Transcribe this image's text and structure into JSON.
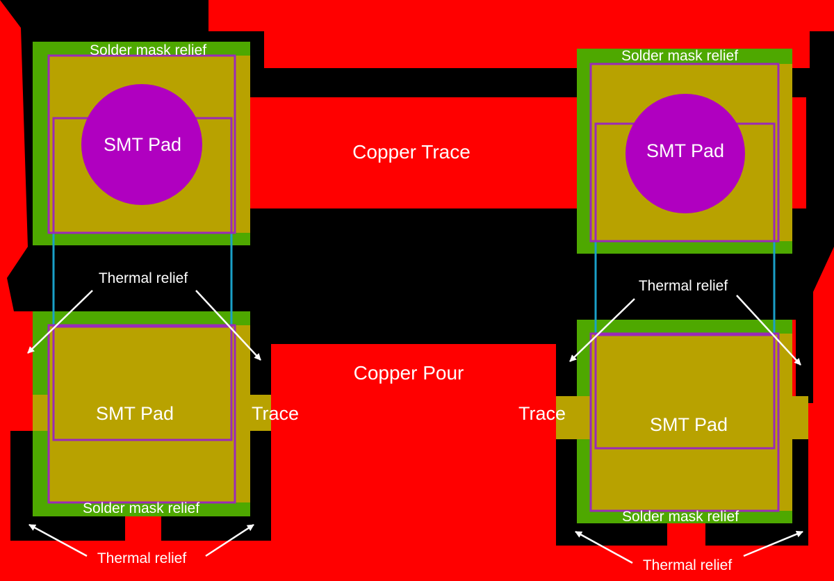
{
  "colors": {
    "copper": "#ff0000",
    "clearance": "#000000",
    "solder_mask": "#4ea800",
    "pad": "#b8a200",
    "via": "#b000c0",
    "outline": "#9a2ab8",
    "thermal_line": "#1aa0c8",
    "text": "#ffffff"
  },
  "labels": {
    "copper_trace": "Copper Trace",
    "copper_pour": "Copper Pour",
    "left_top_mask": "Solder mask relief",
    "left_top_pad": "SMT Pad",
    "left_thermal_mid": "Thermal relief",
    "left_bottom_pad": "SMT Pad",
    "left_trace": "Trace",
    "left_bottom_mask": "Solder mask relief",
    "left_thermal_bottom": "Thermal relief",
    "right_top_mask": "Solder mask relief",
    "right_top_pad": "SMT Pad",
    "right_thermal_mid": "Thermal relief",
    "right_bottom_pad": "SMT Pad",
    "right_trace": "Trace",
    "right_bottom_mask": "Solder mask relief",
    "right_thermal_bottom": "Thermal relief"
  }
}
